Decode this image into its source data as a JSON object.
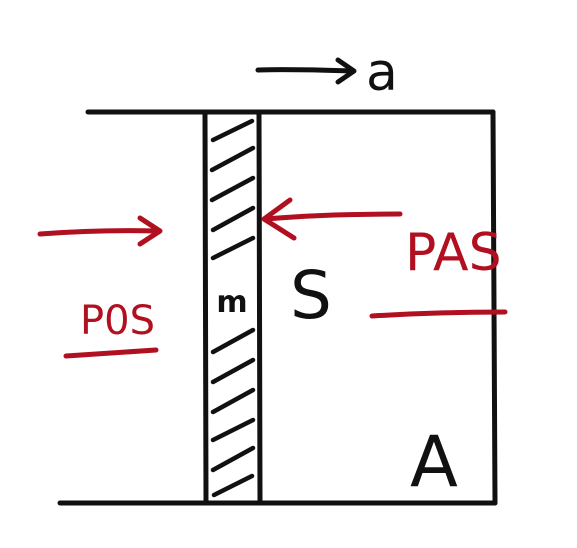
{
  "diagram": {
    "labels": {
      "acceleration": "a",
      "piston_mass": "m",
      "area": "S",
      "tube": "A",
      "outside_pressure": "P0S",
      "inside_pressure": "PAS"
    },
    "colors": {
      "ink": "#111111",
      "annotation": "#b01020",
      "background": "#ffffff"
    }
  }
}
